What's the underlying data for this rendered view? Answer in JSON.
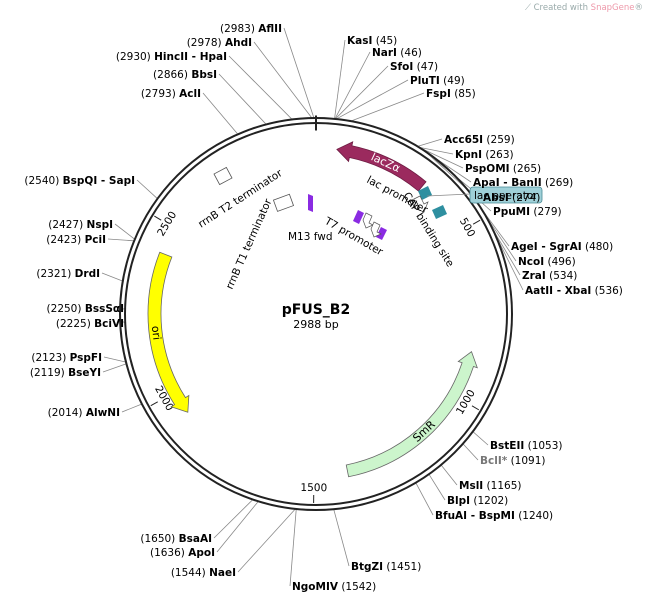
{
  "credit": {
    "prefix": "Created with ",
    "brand": "SnapGene",
    "suffix": "®"
  },
  "plasmid": {
    "name": "pFUS_B2",
    "size_label": "2988 bp",
    "length": 2988
  },
  "ticks": [
    {
      "pos": 500,
      "label": "500"
    },
    {
      "pos": 1000,
      "label": "1000"
    },
    {
      "pos": 1500,
      "label": "1500"
    },
    {
      "pos": 2000,
      "label": "2000"
    },
    {
      "pos": 2500,
      "label": "2500"
    }
  ],
  "features": [
    {
      "id": "lacza",
      "label": "lacZα",
      "type": "arrow",
      "start": 60,
      "end": 330,
      "dir": -1,
      "color": "#9b2a5e",
      "label_color": "#ffffff"
    },
    {
      "id": "smr",
      "label": "SmR",
      "type": "arrow",
      "start": 860,
      "end": 1400,
      "dir": -1,
      "color": "#ccf5cc",
      "label_color": "#000000"
    },
    {
      "id": "ori",
      "label": "ori",
      "type": "arrow",
      "start": 1930,
      "end": 2420,
      "dir": -1,
      "color": "#ffff00",
      "label_color": "#000000"
    }
  ],
  "inner_features": [
    {
      "id": "lac-promoter",
      "label": "lac promoter",
      "pos": 360,
      "color": "#2e8fa0"
    },
    {
      "id": "cap-site",
      "label": "CAP binding site",
      "pos": 400,
      "color": "#2e8fa0"
    },
    {
      "id": "lac-operator",
      "label": "lac operator"
    }
  ],
  "misc_labels": {
    "rrnB_T2": "rrnB T2 terminator",
    "rrnB_T1": "rrnB T1 terminator",
    "m13": "M13 fwd",
    "t7": "T7 promoter"
  },
  "sites": [
    {
      "name": "AflII",
      "pos": "2983",
      "side": "L",
      "num": 2983
    },
    {
      "name": "AhdI",
      "pos": "2978",
      "side": "L",
      "num": 2978
    },
    {
      "name": "HincII - HpaI",
      "pos": "2930",
      "side": "L",
      "num": 2930
    },
    {
      "name": "BbsI",
      "pos": "2866",
      "side": "L",
      "num": 2866
    },
    {
      "name": "AclI",
      "pos": "2793",
      "side": "L",
      "num": 2793
    },
    {
      "name": "BspQI - SapI",
      "pos": "2540",
      "side": "L",
      "num": 2540
    },
    {
      "name": "NspI",
      "pos": "2427",
      "side": "L",
      "num": 2427
    },
    {
      "name": "PciI",
      "pos": "2423",
      "side": "L",
      "num": 2423
    },
    {
      "name": "DrdI",
      "pos": "2321",
      "side": "L",
      "num": 2321
    },
    {
      "name": "BssSαI",
      "pos": "2250",
      "side": "L",
      "num": 2250
    },
    {
      "name": "BciVI",
      "pos": "2225",
      "side": "L",
      "num": 2225
    },
    {
      "name": "PspFI",
      "pos": "2123",
      "side": "L",
      "num": 2123
    },
    {
      "name": "BseYI",
      "pos": "2119",
      "side": "L",
      "num": 2119
    },
    {
      "name": "AlwNI",
      "pos": "2014",
      "side": "L",
      "num": 2014
    },
    {
      "name": "BsaAI",
      "pos": "1650",
      "side": "L",
      "num": 1650
    },
    {
      "name": "ApoI",
      "pos": "1636",
      "side": "L",
      "num": 1636
    },
    {
      "name": "NaeI",
      "pos": "1544",
      "side": "L",
      "num": 1544
    },
    {
      "name": "NgoMIV",
      "pos": "1542",
      "side": "R",
      "num": 1542
    },
    {
      "name": "BtgZI",
      "pos": "1451",
      "side": "R",
      "num": 1451
    },
    {
      "name": "KasI",
      "pos": "45",
      "side": "R",
      "num": 45
    },
    {
      "name": "NarI",
      "pos": "46",
      "side": "R",
      "num": 46
    },
    {
      "name": "SfoI",
      "pos": "47",
      "side": "R",
      "num": 47
    },
    {
      "name": "PluTI",
      "pos": "49",
      "side": "R",
      "num": 49
    },
    {
      "name": "FspI",
      "pos": "85",
      "side": "R",
      "num": 85
    },
    {
      "name": "Acc65I",
      "pos": "259",
      "side": "R",
      "num": 259
    },
    {
      "name": "KpnI",
      "pos": "263",
      "side": "R",
      "num": 263
    },
    {
      "name": "PspOMI",
      "pos": "265",
      "side": "R",
      "num": 265
    },
    {
      "name": "ApaI - BanII",
      "pos": "269",
      "side": "R",
      "num": 269
    },
    {
      "name": "AbsI",
      "pos": "274",
      "side": "R",
      "num": 274
    },
    {
      "name": "PpuMI",
      "pos": "279",
      "side": "R",
      "num": 279
    },
    {
      "name": "AgeI - SgrAI",
      "pos": "480",
      "side": "R",
      "num": 480
    },
    {
      "name": "NcoI",
      "pos": "496",
      "side": "R",
      "num": 496
    },
    {
      "name": "ZraI",
      "pos": "534",
      "side": "R",
      "num": 534
    },
    {
      "name": "AatII - XbaI",
      "pos": "536",
      "side": "R",
      "num": 536
    },
    {
      "name": "BstEII",
      "pos": "1053",
      "side": "R",
      "num": 1053
    },
    {
      "name": "BclI*",
      "pos": "1091",
      "side": "R",
      "num": 1091,
      "gray": true
    },
    {
      "name": "MslI",
      "pos": "1165",
      "side": "R",
      "num": 1165
    },
    {
      "name": "BlpI",
      "pos": "1202",
      "side": "R",
      "num": 1202
    },
    {
      "name": "BfuAI - BspMI",
      "pos": "1240",
      "side": "R",
      "num": 1240
    }
  ]
}
